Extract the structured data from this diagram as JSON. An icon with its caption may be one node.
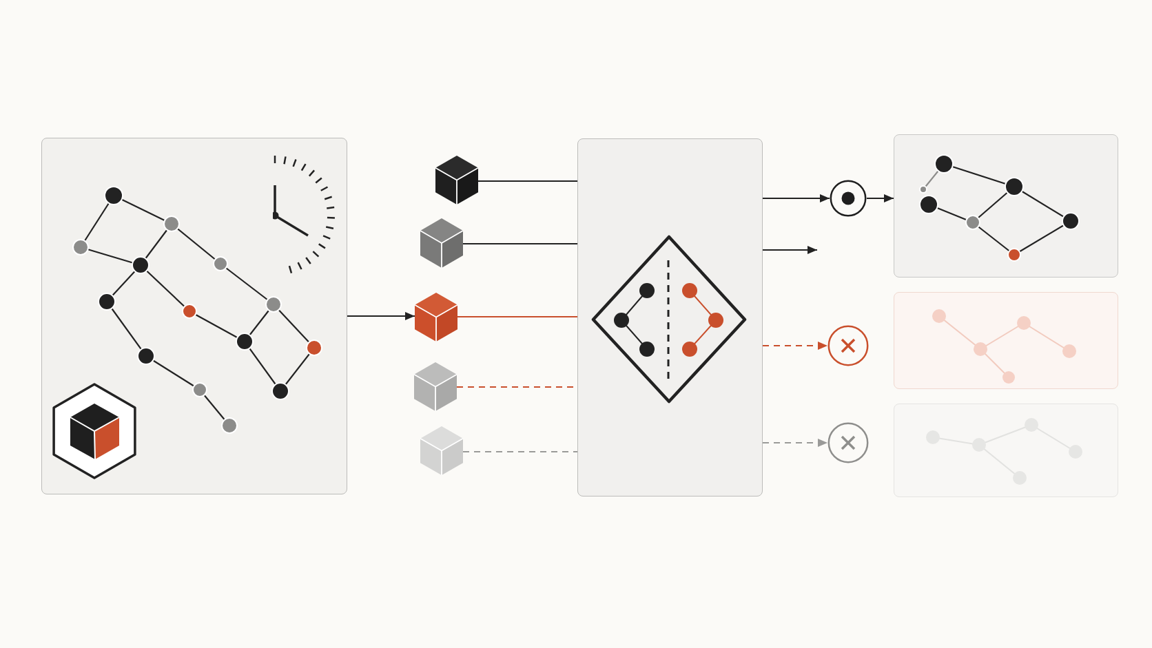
{
  "diagram": {
    "nodes": [
      {
        "text": [],
        "shape": "box"
      },
      {
        "text": [],
        "shape": "cube"
      },
      {
        "text": [],
        "shape": "cube"
      },
      {
        "text": [],
        "shape": "cube"
      },
      {
        "text": [],
        "shape": "cube"
      },
      {
        "text": [],
        "shape": "cube"
      },
      {
        "text": [],
        "shape": "box"
      },
      {
        "text": [],
        "shape": "diamond",
        "in": 6
      },
      {
        "text": [],
        "shape": "circle"
      },
      {
        "text": [],
        "shape": "box"
      },
      {
        "text": [],
        "shape": "circle"
      },
      {
        "text": [],
        "shape": "box"
      },
      {
        "text": [],
        "shape": "circle"
      },
      {
        "text": [],
        "shape": "box"
      }
    ],
    "edges": [
      {
        "from": 0,
        "to": 3,
        "arrow": "to"
      },
      {
        "from": 1,
        "to": 6,
        "arrow": "none"
      },
      {
        "from": 2,
        "to": 6,
        "arrow": "none"
      },
      {
        "from": 3,
        "to": 6,
        "arrow": "none",
        "color": "#c94f2c"
      },
      {
        "from": 4,
        "to": 6,
        "arrow": "none",
        "style": "dashed",
        "color": "#c94f2c"
      },
      {
        "from": 5,
        "to": 6,
        "arrow": "none",
        "style": "dashed",
        "color": "#9a9a98"
      },
      {
        "from": 6,
        "to": 8,
        "arrow": "to"
      },
      {
        "from": 6,
        "to": null,
        "arrow": "to"
      },
      {
        "from": 8,
        "to": 9,
        "arrow": "to"
      },
      {
        "from": 6,
        "to": 10,
        "arrow": "to",
        "style": "dashed",
        "color": "#c94f2c"
      },
      {
        "from": 6,
        "to": 12,
        "arrow": "to",
        "style": "dashed",
        "color": "#9a9a98"
      }
    ]
  }
}
